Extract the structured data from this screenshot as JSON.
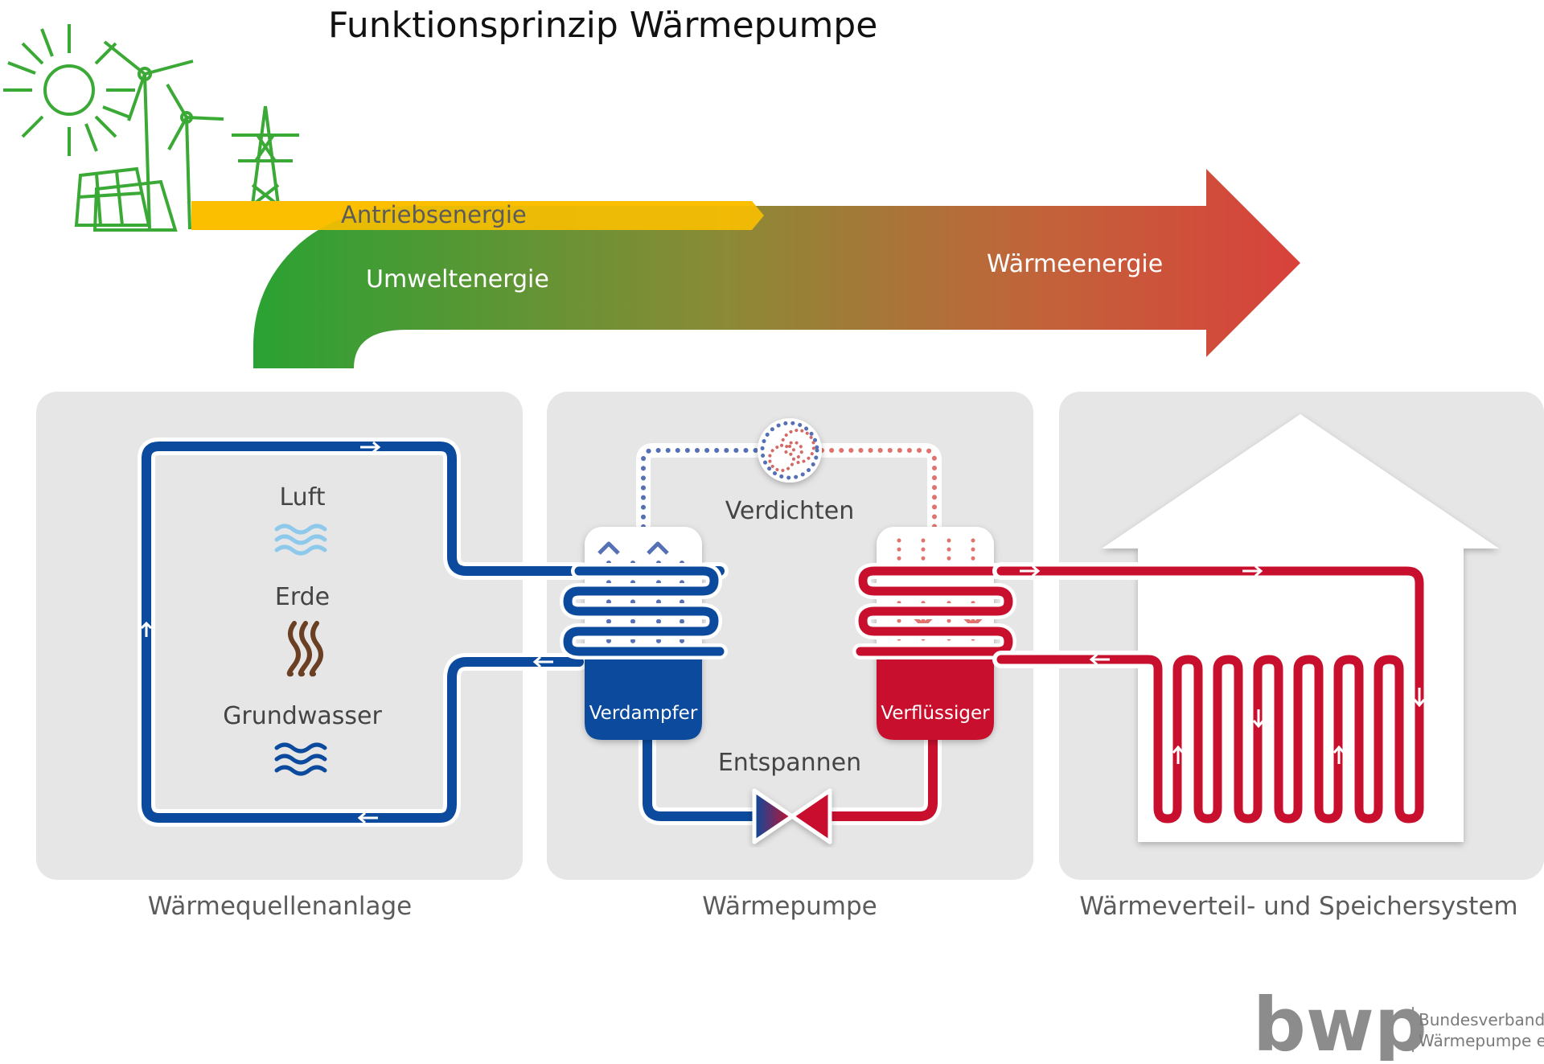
{
  "title": "Funktionsprinzip Wärmepumpe",
  "energy_flow": {
    "drive_energy": "Antriebsenergie",
    "environment_energy": "Umweltenergie",
    "heat_energy": "Wärmeenergie"
  },
  "heat_source": {
    "panel_label": "Wärmequellenanlage",
    "sources": [
      "Luft",
      "Erde",
      "Grundwasser"
    ]
  },
  "heat_pump": {
    "panel_label": "Wärmepumpe",
    "compress": "Verdichten",
    "expand": "Entspannen",
    "evaporator": "Verdampfer",
    "condenser": "Verflüssiger"
  },
  "distribution": {
    "panel_label": "Wärmeverteil- und Speichersystem"
  },
  "logo": {
    "mark": "bwp",
    "line1": "Bundesverband",
    "line2": "Wärmepumpe e.V."
  },
  "colors": {
    "cold_blue": "#0b4a9c",
    "hot_red": "#c8102e",
    "drive_yellow": "#fbbf00",
    "env_green": "#2aa233",
    "heat_red": "#d8413b",
    "panel_gray": "#e6e6e6",
    "renewables_green": "#3aa935"
  },
  "icons": [
    "sun-icon",
    "wind-turbine-icon",
    "solar-panel-icon",
    "power-pylon-icon",
    "air-waves-icon",
    "soil-heat-icon",
    "groundwater-waves-icon",
    "compressor-icon",
    "expansion-valve-icon",
    "house-icon"
  ]
}
